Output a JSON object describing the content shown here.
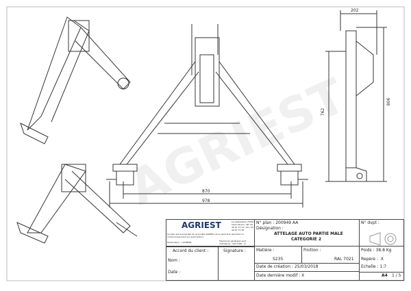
{
  "dimensions": {
    "width_top": "202",
    "height_inner": "762",
    "height_total": "806",
    "width_inner": "870",
    "width_total": "978"
  },
  "watermark": "AGRIEST",
  "title_block": {
    "logo": "AGRIEST",
    "address": "La Gaillarderie 79330 Saint Varent / Tel: 05 49 67 74 74 / Fax: 05 49 67 72 38",
    "copyright": "Ce plan est la propriété de la société AGRIEST et ne peut être reproduit ou communiqué sans son autorisation.",
    "designer": "Dessinateur : L.ROBERT",
    "tolerances": "Tolérances générales sauf indications : ISO 2768 - m",
    "plan_label": "N° plan :",
    "plan_value": "200949 AA",
    "dvpt_label": "N° dvpt :",
    "designation_label": "Désignation :",
    "designation_line1": "ATTELAGE AUTO PARTIE MALE",
    "designation_line2": "CATEGORIE 2",
    "client_label": "Accord du client :",
    "name_label": "Nom :",
    "date_label": "Date :",
    "signature_label": "Signature :",
    "material_label": "Matière :",
    "material_value": "S235",
    "finish_label": "Finition :",
    "finish_value": "RAL 7021",
    "weight_label": "Poids :",
    "weight_value": "38.8",
    "weight_unit": "Kg",
    "mark_label": "Repère :",
    "mark_value": "X",
    "created_label": "Date de création : 25/03/2018",
    "scale_label": "Echelle : 1:7",
    "modified_label": "Date dernière modif : X",
    "format": "A4",
    "sheet": "1 / 5"
  }
}
